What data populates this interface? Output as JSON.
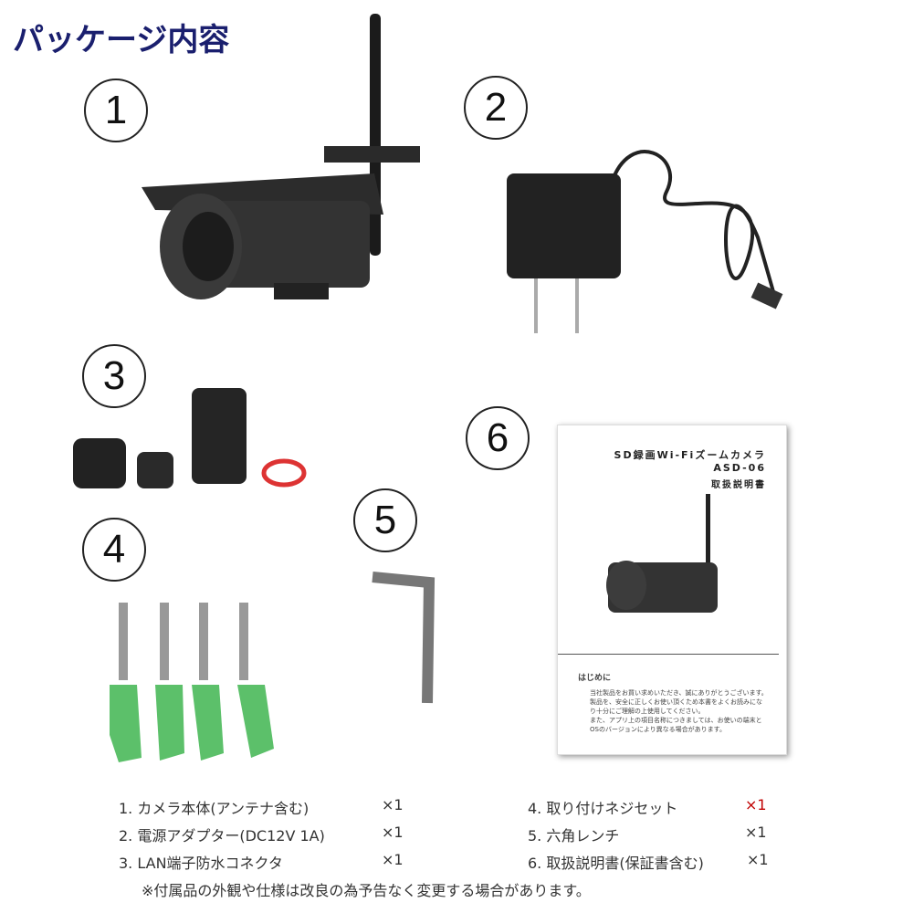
{
  "title": "パッケージ内容",
  "numbers": [
    "①",
    "②",
    "③",
    "④",
    "⑤",
    "⑥"
  ],
  "manual": {
    "title_line1": "SD録画Wi-Fiズームカメラ",
    "title_line2": "ASD-06",
    "title_line3": "取扱説明書",
    "section": "はじめに",
    "body": [
      "当社製品をお買い求めいただき、誠にありがとうございます。",
      "製品を、安全に正しくお使い頂くため本書をよくお読みにな",
      "り十分にご理解の上使用してください。",
      "また、アプリ上の項目名称につきましては、お使いの端末と",
      "OSのバージョンにより異なる場合があります。"
    ]
  },
  "items": [
    {
      "label": "1. カメラ本体(アンテナ含む)",
      "qty": "×1"
    },
    {
      "label": "2.  電源アダプター(DC12V 1A)",
      "qty": "×1"
    },
    {
      "label": "3. LAN端子防水コネクタ",
      "qty": "×1"
    },
    {
      "label": "4. 取り付けネジセット",
      "qty": "×1"
    },
    {
      "label": "5. 六角レンチ",
      "qty": "×1"
    },
    {
      "label": "6. 取扱説明書(保証書含む)",
      "qty": "×1"
    }
  ],
  "note": "※付属品の外観や仕様は改良の為予告なく変更する場合があります。",
  "colors": {
    "title": "#1a1f6e",
    "qty": "#c00000"
  }
}
